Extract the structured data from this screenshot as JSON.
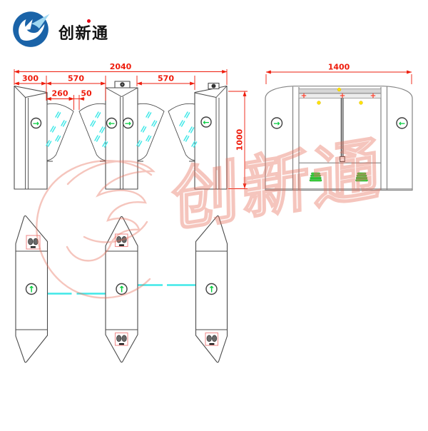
{
  "brand": {
    "name": "创新通",
    "logo_icon": "swoosh-bird-logo",
    "colors": {
      "circle": "#1a63a8",
      "accent": "#a0d8f2",
      "dot": "#e60012",
      "text": "#121212"
    }
  },
  "colors": {
    "dimension_red": "#ee1c0c",
    "flap_cyan": "#40e8e8",
    "arrow_green": "#00cd3c",
    "indicator_green": "#3bd43b",
    "sensor_yellow": "#ffe300",
    "plus_red": "#ff4430",
    "reader_pink": "#f09090",
    "watermark_red": "#e8705c",
    "line_dark": "#4a4a4a",
    "line_gray": "#848484"
  },
  "glyphs": {
    "arrow_right": "→",
    "arrow_left": "←",
    "arrow_up": "↑"
  },
  "views": {
    "front": {
      "dims": {
        "total_width": "2040",
        "left_cabinet_width": "300",
        "lane1_width": "570",
        "flap_length": "260",
        "flap_gap": "50",
        "lane2_width": "570",
        "height": "1000"
      }
    },
    "side": {
      "dims": {
        "length": "1400"
      }
    }
  },
  "watermark": {
    "text": "创新通"
  }
}
